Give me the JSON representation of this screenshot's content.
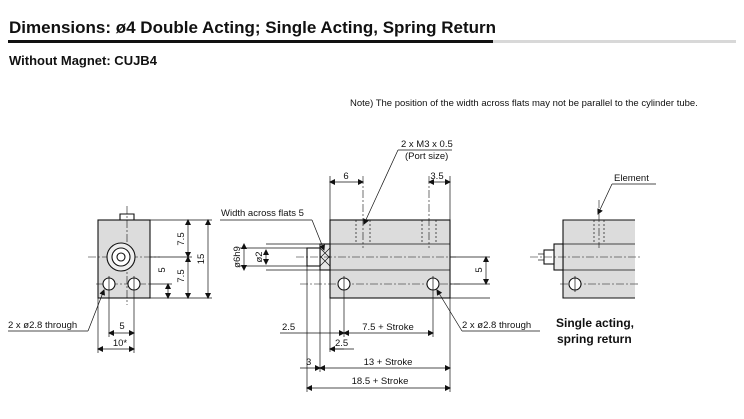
{
  "header": {
    "title": "Dimensions: ø4 Double Acting; Single Acting, Spring Return",
    "subtitle": "Without Magnet: CUJB4",
    "note": "Note) The position of the width across flats may not be parallel to the cylinder tube."
  },
  "front_view": {
    "dim_7_5_top": "7.5",
    "dim_15": "15",
    "dim_7_5_bottom": "7.5",
    "dim_5_vertical": "5",
    "dim_5_horizontal": "5",
    "dim_10": "10*",
    "through_hole": "2 x ø2.8 through"
  },
  "side_view": {
    "port": "2 x M3 x 0.5",
    "port_size": "(Port size)",
    "dim_6": "6",
    "dim_3_5": "3.5",
    "width_across_flats": "Width across flats 5",
    "rod_dia": "ø6h9",
    "bore_dia": "ø2",
    "dim_5_right": "5",
    "dim_2_5_left": "2.5",
    "dim_7_5_stroke": "7.5 + Stroke",
    "through_hole": "2 x ø2.8 through",
    "dim_2_5_lower": "2.5",
    "dim_3": "3",
    "dim_13_stroke": "13 + Stroke",
    "dim_18_5_stroke": "18.5 + Stroke"
  },
  "single_acting_view": {
    "element": "Element",
    "caption_line1": "Single acting,",
    "caption_line2": "spring return"
  }
}
